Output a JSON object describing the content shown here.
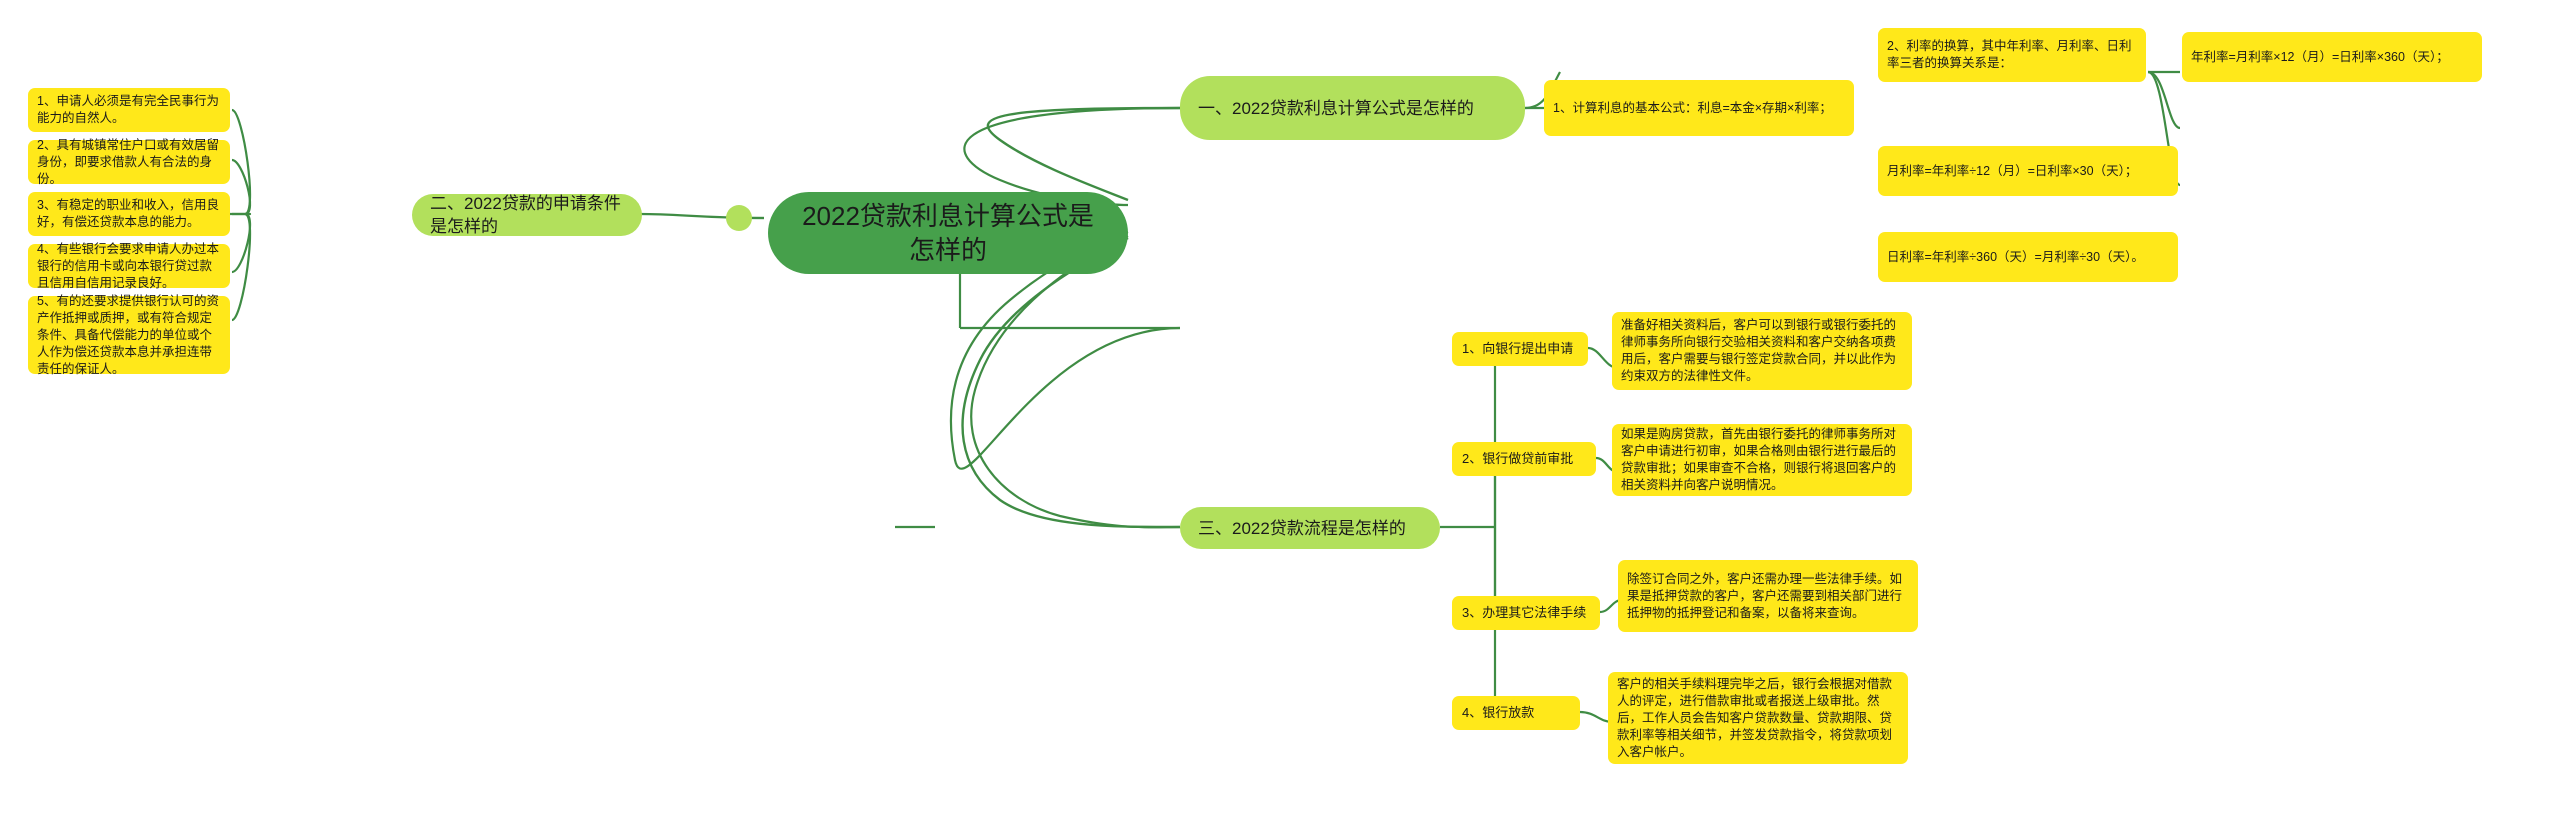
{
  "meta": {
    "colors": {
      "root_fill": "#46a04b",
      "branch_fill": "#b2e05c",
      "leaf_fill": "#ffe81a",
      "link_stroke": "#3f8c44",
      "background": "#ffffff"
    }
  },
  "root": {
    "label": "2022贷款利息计算公式是怎样的"
  },
  "branches": [
    {
      "id": "branch-1",
      "label": "一、2022贷款利息计算公式是怎样的",
      "children": [
        {
          "id": "b1-c1",
          "label": "1、计算利息的基本公式：利息=本金×存期×利率；",
          "children": []
        },
        {
          "id": "b1-c2",
          "label": "2、利率的换算，其中年利率、月利率、日利率三者的换算关系是：",
          "children": [
            {
              "id": "b1-c2-1",
              "label": "年利率=月利率×12（月）=日利率×360（天）；"
            },
            {
              "id": "b1-c2-2",
              "label": "月利率=年利率÷12（月）=日利率×30（天）；"
            },
            {
              "id": "b1-c2-3",
              "label": "日利率=年利率÷360（天）=月利率÷30（天）。"
            }
          ]
        }
      ]
    },
    {
      "id": "branch-2",
      "label": "二、2022贷款的申请条件是怎样的",
      "children": [
        {
          "id": "b2-c1",
          "label": "1、申请人必须是有完全民事行为能力的自然人。"
        },
        {
          "id": "b2-c2",
          "label": "2、具有城镇常住户口或有效居留身份，即要求借款人有合法的身份。"
        },
        {
          "id": "b2-c3",
          "label": "3、有稳定的职业和收入，信用良好，有偿还贷款本息的能力。"
        },
        {
          "id": "b2-c4",
          "label": "4、有些银行会要求申请人办过本银行的信用卡或向本银行贷过款且信用自信用记录良好。"
        },
        {
          "id": "b2-c5",
          "label": "5、有的还要求提供银行认可的资产作抵押或质押，或有符合规定条件、具备代偿能力的单位或个人作为偿还贷款本息并承担连带责任的保证人。"
        }
      ]
    },
    {
      "id": "branch-3",
      "label": "三、2022贷款流程是怎样的",
      "children": [
        {
          "id": "b3-c1",
          "label": "1、向银行提出申请",
          "detail": "准备好相关资料后，客户可以到银行或银行委托的律师事务所向银行交验相关资料和客户交纳各项费用后，客户需要与银行签定贷款合同，并以此作为约束双方的法律性文件。"
        },
        {
          "id": "b3-c2",
          "label": "2、银行做贷前审批",
          "detail": "如果是购房贷款，首先由银行委托的律师事务所对客户申请进行初审，如果合格则由银行进行最后的贷款审批；如果审查不合格，则银行将退回客户的相关资料并向客户说明情况。"
        },
        {
          "id": "b3-c3",
          "label": "3、办理其它法律手续",
          "detail": "除签订合同之外，客户还需办理一些法律手续。如果是抵押贷款的客户，客户还需要到相关部门进行抵押物的抵押登记和备案，以备将来查询。"
        },
        {
          "id": "b3-c4",
          "label": "4、银行放款",
          "detail": "客户的相关手续料理完毕之后，银行会根据对借款人的评定，进行借款审批或者报送上级审批。然后，工作人员会告知客户贷款数量、贷款期限、贷款利率等相关细节，并签发贷款指令，将贷款项划入客户帐户。"
        }
      ]
    }
  ]
}
